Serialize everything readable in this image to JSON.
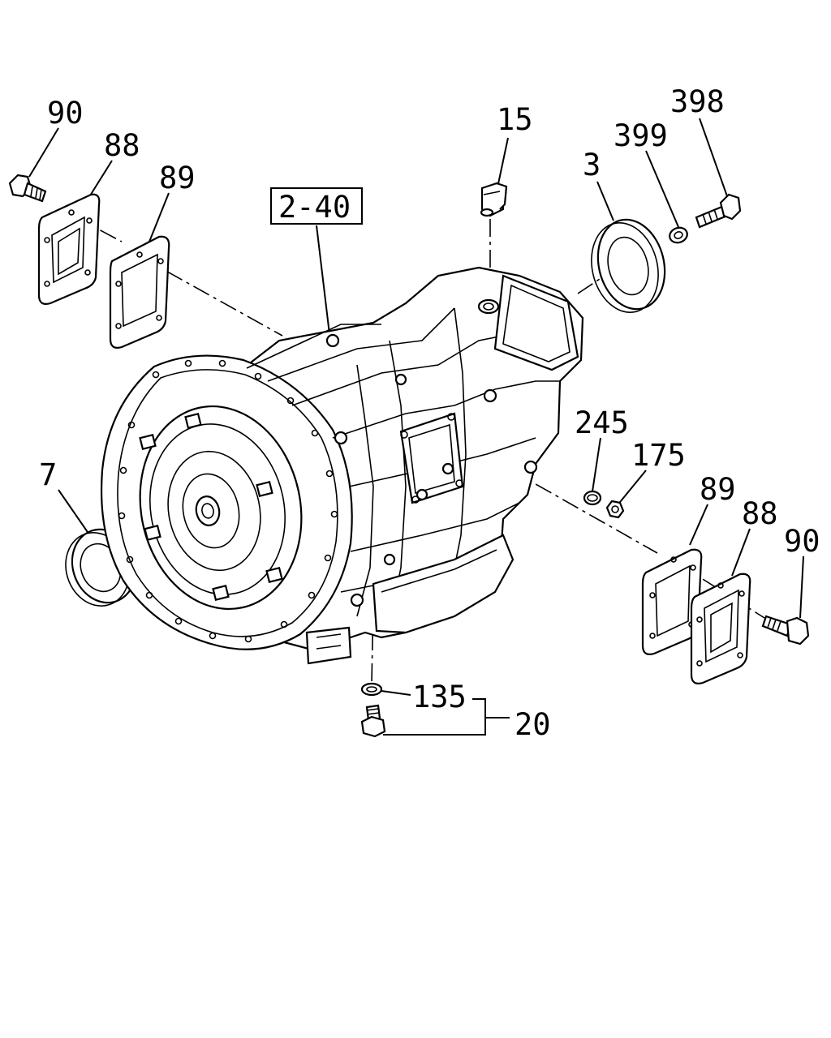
{
  "callouts": {
    "c90_left": "90",
    "c88_left": "88",
    "c89_left": "89",
    "c2_40": "2-40",
    "c15": "15",
    "c3": "3",
    "c399": "399",
    "c398": "398",
    "c7": "7",
    "c245": "245",
    "c175": "175",
    "c89_right": "89",
    "c88_right": "88",
    "c90_right": "90",
    "c135": "135",
    "c20": "20"
  }
}
